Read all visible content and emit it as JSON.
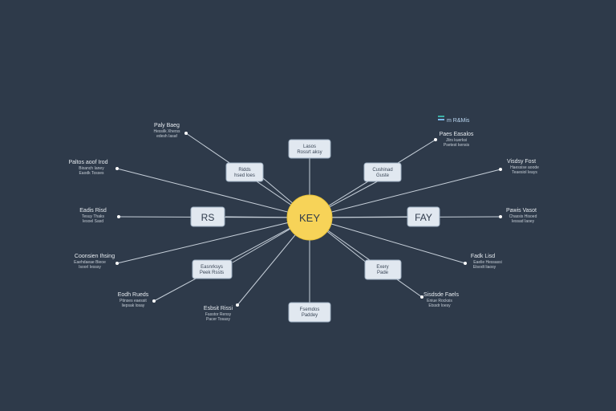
{
  "center": {
    "label": "KEY",
    "color": "#f7d358"
  },
  "colors": {
    "background": "#2e3a4a",
    "box_fill": "#e1e8f0",
    "box_stroke": "#9fb0c2",
    "line": "#c7d0da",
    "dot": "#ffffff",
    "label_text": "#e6ebf0",
    "corner_accent_1": "#3db2a6",
    "corner_accent_2": "#7ab7ea"
  },
  "corner_title": "m R&Mis",
  "boxes": [
    {
      "id": "box-top",
      "lines": [
        "Lasos",
        "Rossrt aksy"
      ]
    },
    {
      "id": "box-upper-left",
      "lines": [
        "Ridds",
        "hsed loes"
      ]
    },
    {
      "id": "box-upper-right",
      "lines": [
        "Cushinad",
        "Guste"
      ]
    },
    {
      "id": "box-left",
      "lines": [
        "RS"
      ]
    },
    {
      "id": "box-right",
      "lines": [
        "FAY"
      ]
    },
    {
      "id": "box-lower-left",
      "lines": [
        "Easnrksys",
        "Peek Rssts"
      ]
    },
    {
      "id": "box-lower-right",
      "lines": [
        "Exery",
        "Pade"
      ]
    },
    {
      "id": "box-bottom",
      "lines": [
        "Fsemdos",
        "Paddey"
      ]
    }
  ],
  "labels": [
    {
      "id": "label-nw",
      "title": "Paly Baeg",
      "lines": [
        "Hessilk Xherss",
        "edesh Iasaf"
      ]
    },
    {
      "id": "label-wnw",
      "title": "Paltos aoof Irod",
      "lines": [
        "Bixanch Ianey",
        "Eaodk Tosses"
      ]
    },
    {
      "id": "label-w",
      "title": "Eadis Risd",
      "lines": [
        "Tesuy Thaks",
        "Iesoel Sasd"
      ]
    },
    {
      "id": "label-wsw",
      "title": "Coonsien Ihsing",
      "lines": [
        "Eaehdaeae Bieoe",
        "Isoorl Iesssy"
      ]
    },
    {
      "id": "label-sw",
      "title": "Eodh Rueds",
      "lines": [
        "Ptinses eaessit",
        "liepsak losay"
      ]
    },
    {
      "id": "label-ssw",
      "title": "Esbsit Rissi",
      "lines": [
        "Fasstor Rensy",
        "Pacer Tosasy"
      ]
    },
    {
      "id": "label-ne",
      "title": "Paes Easalos",
      "lines": [
        "Jlirs kuerksi",
        "Psetest kensis"
      ]
    },
    {
      "id": "label-ene",
      "title": "Visdsy Fost",
      "lines": [
        "Haessise aoode",
        "Teaesiol Ieays"
      ]
    },
    {
      "id": "label-e",
      "title": "Pawis Vasot",
      "lines": [
        "Chassis Hisoed",
        "Iessad Iaoey"
      ]
    },
    {
      "id": "label-ese",
      "title": "Fadk Lisd",
      "lines": [
        "Eaelie Hessassi",
        "Etsodt liaosy"
      ]
    },
    {
      "id": "label-se",
      "title": "Sisdsde Faels",
      "lines": [
        "Eniue Rocksis",
        "Etssdr loesy"
      ]
    }
  ]
}
